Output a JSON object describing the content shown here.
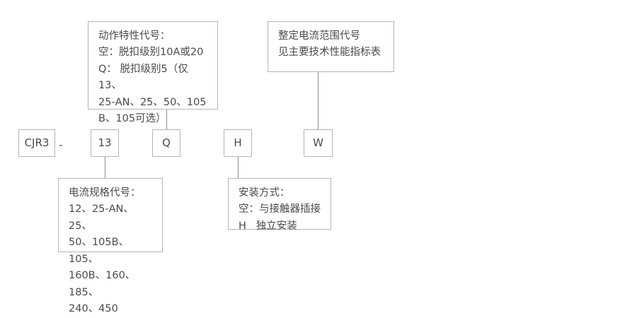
{
  "diagram": {
    "type": "model-designation-breakdown",
    "code_boxes": [
      {
        "id": "series",
        "label": "CJR3"
      },
      {
        "id": "current-rating",
        "label": "13"
      },
      {
        "id": "trip-class",
        "label": "Q"
      },
      {
        "id": "mounting",
        "label": "H"
      },
      {
        "id": "current-range",
        "label": "W"
      }
    ],
    "separator": "-",
    "callouts": [
      {
        "id": "trip-class-note",
        "title": "动作特性代号：",
        "text": "动作特性代号：\n空：脱扣级别10A或20\nQ： 脱扣级别5（仅13、\n25-AN、25、50、105\nB、105可选）"
      },
      {
        "id": "current-range-note",
        "title": "整定电流范围代号",
        "text": "整定电流范围代号\n见主要技术性能指标表"
      },
      {
        "id": "current-rating-note",
        "title": "电流规格代号：",
        "text": "电流规格代号：\n12、25-AN、25、\n50、105B、105、\n160B、160、185、\n240、450"
      },
      {
        "id": "mounting-note",
        "title": "安装方式：",
        "text": "安装方式：\n空：与接触器插接\nH   独立安装"
      }
    ],
    "colors": {
      "border": "#b5b5b5",
      "line": "#8d8d8d",
      "text": "#4a4a4a",
      "background": "#ffffff"
    }
  }
}
